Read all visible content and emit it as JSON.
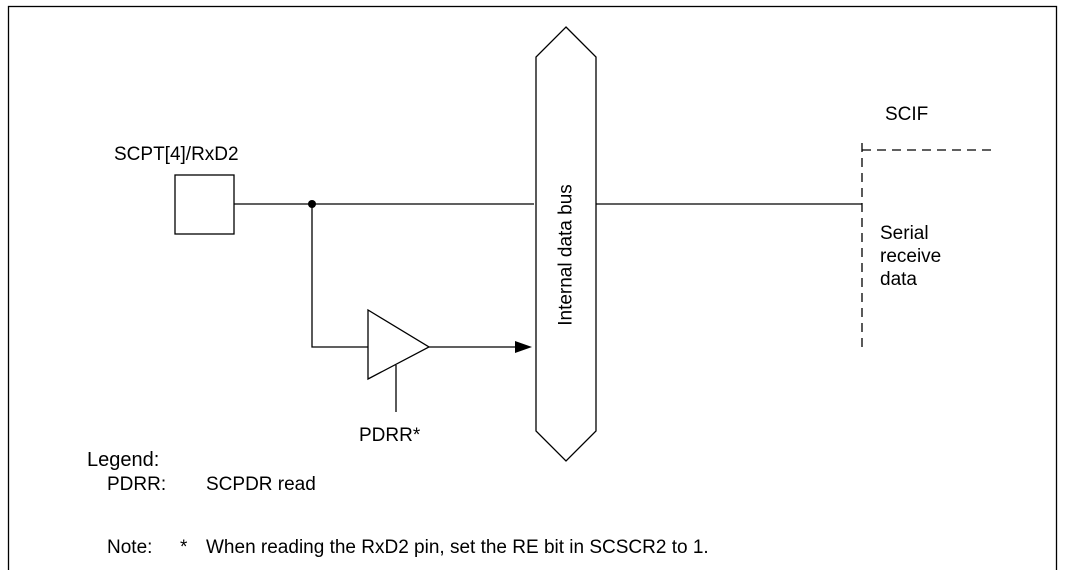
{
  "diagram": {
    "pin_label": "SCPT[4]/RxD2",
    "bus_label": "Internal data bus",
    "module_label": "SCIF",
    "signal_label": [
      "Serial",
      "receive",
      "data"
    ],
    "control_label": "PDRR",
    "asterisk": "*",
    "legend_title": "Legend:",
    "legend_key": "PDRR:",
    "legend_value": "SCPDR read",
    "note_prefix": "Note:",
    "note_text": "When reading the RxD2 pin, set the RE bit in SCSCR2 to 1."
  }
}
